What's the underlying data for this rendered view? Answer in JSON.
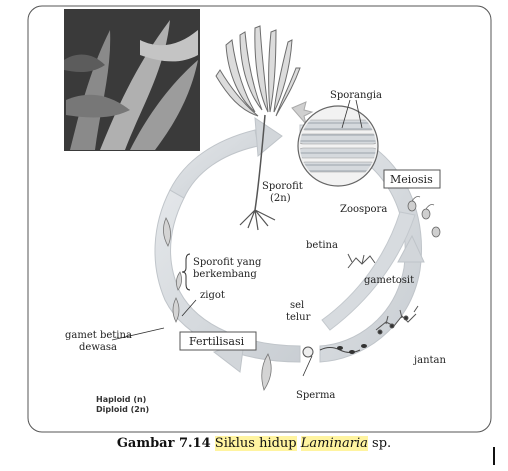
{
  "labels": {
    "sporangia": "Sporangia",
    "sporofit_line1": "Sporofit",
    "sporofit_line2": "(2n)",
    "meiosis": "Meiosis",
    "zoospora": "Zoospora",
    "betina": "betina",
    "gametosit": "gametosit",
    "sporofit_berkembang_1": "Sporofit yang",
    "sporofit_berkembang_2": "berkembang",
    "zigot": "zigot",
    "gamet_betina_1": "gamet betina",
    "gamet_betina_2": "dewasa",
    "fertilisasi": "Fertilisasi",
    "sel_telur_1": "sel",
    "sel_telur_2": "telur",
    "jantan": "jantan",
    "sperma": "Sperma",
    "haploid": "Haploid (n)",
    "diploid": "Diploid (2n)"
  },
  "caption": {
    "prefix": "Gambar 7.14",
    "main": "Siklus hidup",
    "genus": "Laminaria",
    "suffix": "sp."
  }
}
